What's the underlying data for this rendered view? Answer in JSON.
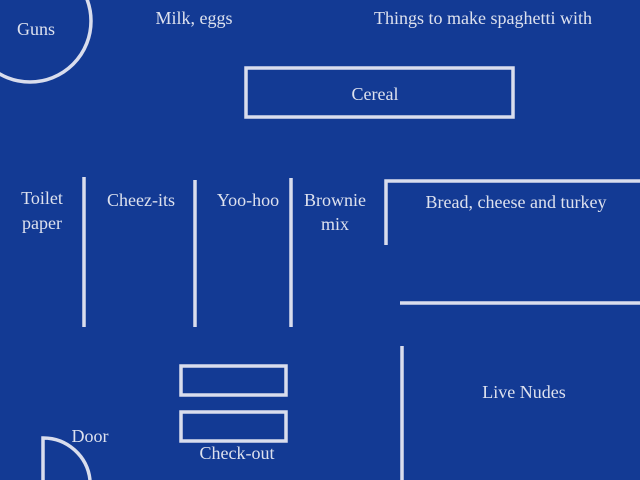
{
  "colors": {
    "background": "#133a94",
    "lines": "#d9dded"
  },
  "labels": {
    "guns": "Guns",
    "milk_eggs": "Milk, eggs",
    "spaghetti": "Things to make spaghetti with",
    "cereal": "Cereal",
    "toilet_paper_1": "Toilet",
    "toilet_paper_2": "paper",
    "cheezits": "Cheez-its",
    "yoohoo": "Yoo-hoo",
    "brownie_1": "Brownie",
    "brownie_2": "mix",
    "bread": "Bread, cheese and turkey",
    "live_nudes": "Live Nudes",
    "door": "Door",
    "checkout": "Check-out"
  }
}
